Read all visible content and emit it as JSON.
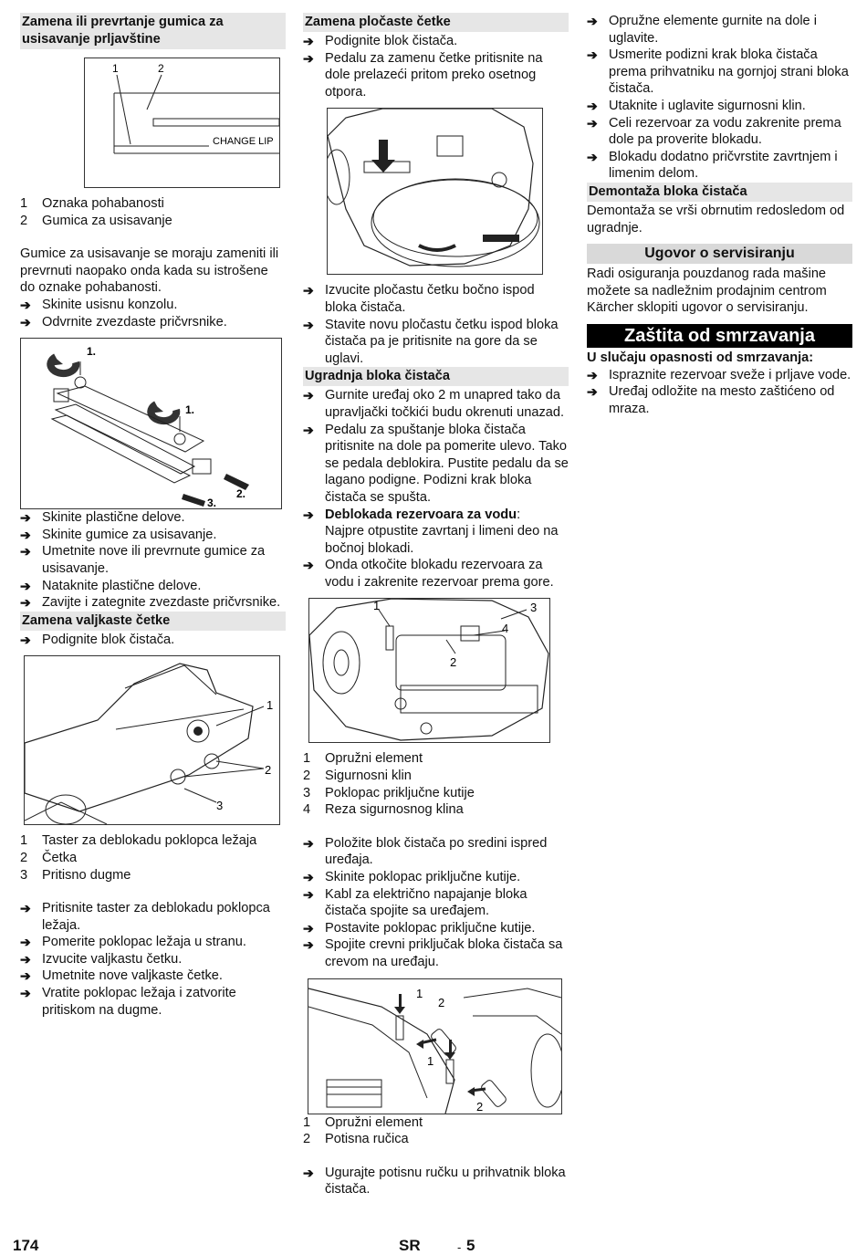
{
  "col1": {
    "h_lip": "Zamena ili prevrtanje gumica za usisavanje prljavštine",
    "fig1_labels": [
      "1",
      "2"
    ],
    "fig1_text": "CHANGE LIP",
    "legend1": [
      {
        "num": "1",
        "text": "Oznaka pohabanosti"
      },
      {
        "num": "2",
        "text": "Gumica za usisavanje"
      }
    ],
    "para1": "Gumice za usisavanje se moraju zameniti ili prevrnuti naopako onda kada su istrošene do oznake pohabanosti.",
    "steps1": [
      "Skinite usisnu konzolu.",
      "Odvrnite zvezdaste pričvrsnike."
    ],
    "fig2_labels": [
      "1.",
      "1.",
      "2.",
      "3."
    ],
    "steps2": [
      "Skinite plastične delove.",
      "Skinite gumice za usisavanje.",
      "Umetnite nove ili prevrnute gumice za usisavanje.",
      "Nataknite plastične delove.",
      "Zavijte i zategnite zvezdaste pričvrsnike."
    ],
    "h_roller": "Zamena valjkaste četke",
    "steps3": [
      "Podignite blok čistača."
    ],
    "fig3_labels": [
      "1",
      "2",
      "3"
    ],
    "legend2": [
      {
        "num": "1",
        "text": "Taster za deblokadu poklopca ležaja"
      },
      {
        "num": "2",
        "text": "Četka"
      },
      {
        "num": "3",
        "text": "Pritisno dugme"
      }
    ],
    "steps4": [
      "Pritisnite taster za deblokadu poklopca ležaja.",
      "Pomerite poklopac ležaja u stranu.",
      "Izvucite valjkastu četku.",
      "Umetnite nove valjkaste četke.",
      "Vratite poklopac ležaja i zatvorite pritiskom na dugme."
    ]
  },
  "col2": {
    "h_disc": "Zamena pločaste četke",
    "steps1": [
      "Podignite blok čistača.",
      "Pedalu za zamenu četke pritisnite na dole prelazeći pritom preko osetnog otpora."
    ],
    "steps2": [
      "Izvucite pločastu četku bočno ispod bloka čistača.",
      "Stavite novu pločastu četku ispod bloka čistača pa je pritisnite na gore da se uglavi."
    ],
    "h_install": "Ugradnja bloka čistača",
    "steps3": [
      "Gurnite uređaj oko 2 m unapred tako da upravljački točkići budu okrenuti unazad.",
      "Pedalu za spuštanje bloka čistača pritisnite na dole pa pomerite ulevo. Tako se pedala deblokira. Pustite pedalu da se lagano podigne. Podizni krak bloka čistača se spušta."
    ],
    "step_bold_title": "Deblokada rezervoara za vodu",
    "step_bold_colon": ":",
    "step_bold_text": "Najpre otpustite zavrtanj i limeni deo na bočnoj blokadi.",
    "steps4": [
      "Onda otkočite blokadu rezervoara za vodu i zakrenite rezervoar prema gore."
    ],
    "fig2_labels": [
      "1",
      "3",
      "4",
      "2"
    ],
    "legend1": [
      {
        "num": "1",
        "text": "Opružni element"
      },
      {
        "num": "2",
        "text": "Sigurnosni klin"
      },
      {
        "num": "3",
        "text": "Poklopac priključne kutije"
      },
      {
        "num": "4",
        "text": "Reza sigurnosnog klina"
      }
    ],
    "steps5": [
      "Položite blok čistača po sredini ispred uređaja.",
      "Skinite poklopac priključne kutije.",
      "Kabl za električno napajanje bloka čistača spojite sa uređajem.",
      "Postavite poklopac priključne kutije.",
      "Spojite crevni priključak bloka čistača sa crevom na uređaju."
    ],
    "fig3_labels": [
      "1",
      "2",
      "1",
      "2"
    ],
    "legend2": [
      {
        "num": "1",
        "text": "Opružni element"
      },
      {
        "num": "2",
        "text": "Potisna ručica"
      }
    ],
    "steps6": [
      "Ugurajte potisnu ručku u prihvatnik bloka čistača."
    ]
  },
  "col3": {
    "steps1": [
      "Opružne elemente gurnite na dole i uglavite.",
      "Usmerite podizni krak bloka čistača prema prihvatniku na gornjoj strani bloka čistača.",
      "Utaknite i uglavite sigurnosni klin.",
      "Celi rezervoar za vodu zakrenite prema dole pa proverite blokadu.",
      "Blokadu dodatno pričvrstite zavrtnjem i limenim delom."
    ],
    "h_remove": "Demontaža bloka čistača",
    "para1": "Demontaža se vrši obrnutim redosledom od ugradnje.",
    "h_service": "Ugovor o servisiranju",
    "para2": "Radi osiguranja pouzdanog rada mašine možete sa nadležnim prodajnim centrom Kärcher sklopiti ugovor o servisiranju.",
    "h_frost": "Zaštita od smrzavanja",
    "sub_frost": "U slučaju opasnosti od smrzavanja:",
    "steps2": [
      "Ispraznite rezervoar sveže i prljave vode.",
      "Uređaj odložite na mesto zaštićeno od mraza."
    ]
  },
  "footer": {
    "page_num": "174",
    "lang": "SR",
    "dash": "-",
    "sub_page": "5"
  }
}
